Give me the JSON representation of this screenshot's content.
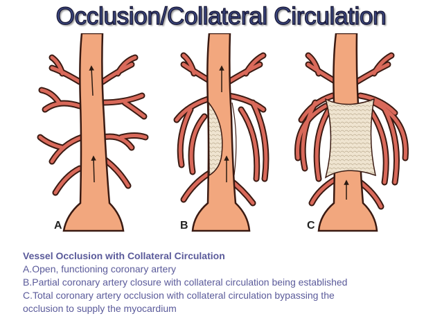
{
  "title": "Occlusion/Collateral Circulation",
  "panels": [
    {
      "letter": "A",
      "state": "open"
    },
    {
      "letter": "B",
      "state": "partial"
    },
    {
      "letter": "C",
      "state": "total"
    }
  ],
  "caption": {
    "heading": "Vessel Occlusion with Collateral Circulation",
    "line_a": "A.Open, functioning coronary artery",
    "line_b": "B.Partial coronary artery closure with collateral circulation being established",
    "line_c1": "C.Total coronary artery occlusion with collateral circulation bypassing the",
    "line_c2": "occlusion to supply the myocardium"
  },
  "colors": {
    "vessel_fill": "#f2a77e",
    "vessel_outline": "#3a1a12",
    "collateral": "#d9695a",
    "plaque": "#efe4d0",
    "text": "#5a5a9a",
    "title": "#3d4a85"
  }
}
